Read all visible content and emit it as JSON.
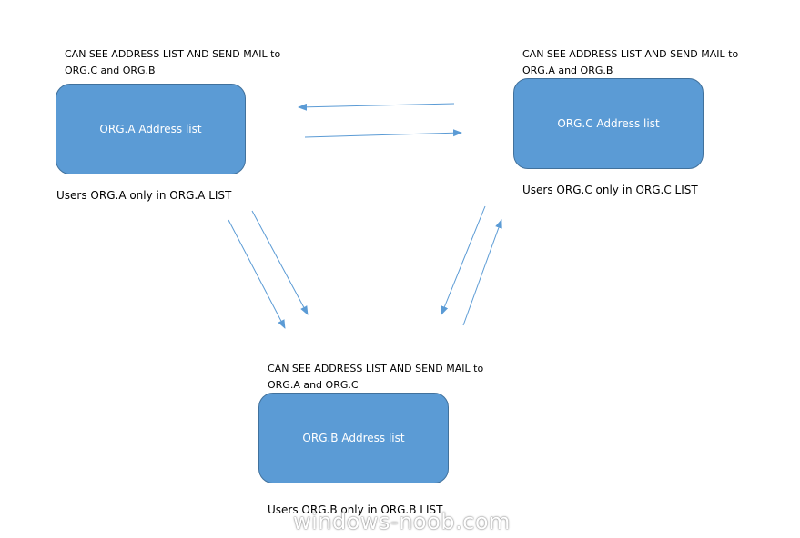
{
  "colors": {
    "box_fill": "#5b9bd5",
    "box_border": "#41719c",
    "arrow": "#5b9bd5"
  },
  "org_a": {
    "caption_line1": "CAN SEE ADDRESS LIST AND SEND MAIL to",
    "caption_line2": "ORG.C and ORG.B",
    "box_label": "ORG.A Address list",
    "users": "Users ORG.A only in ORG.A LIST"
  },
  "org_c": {
    "caption_line1": "CAN SEE ADDRESS LIST AND SEND MAIL to",
    "caption_line2": "ORG.A and ORG.B",
    "box_label": "ORG.C Address list",
    "users": "Users ORG.C only in ORG.C LIST"
  },
  "org_b": {
    "caption_line1": "CAN SEE ADDRESS LIST AND SEND MAIL to",
    "caption_line2": "ORG.A and ORG.C",
    "box_label": "ORG.B Address list",
    "users": "Users ORG.B only in ORG.B LIST"
  },
  "watermark": "windows-noob.com"
}
